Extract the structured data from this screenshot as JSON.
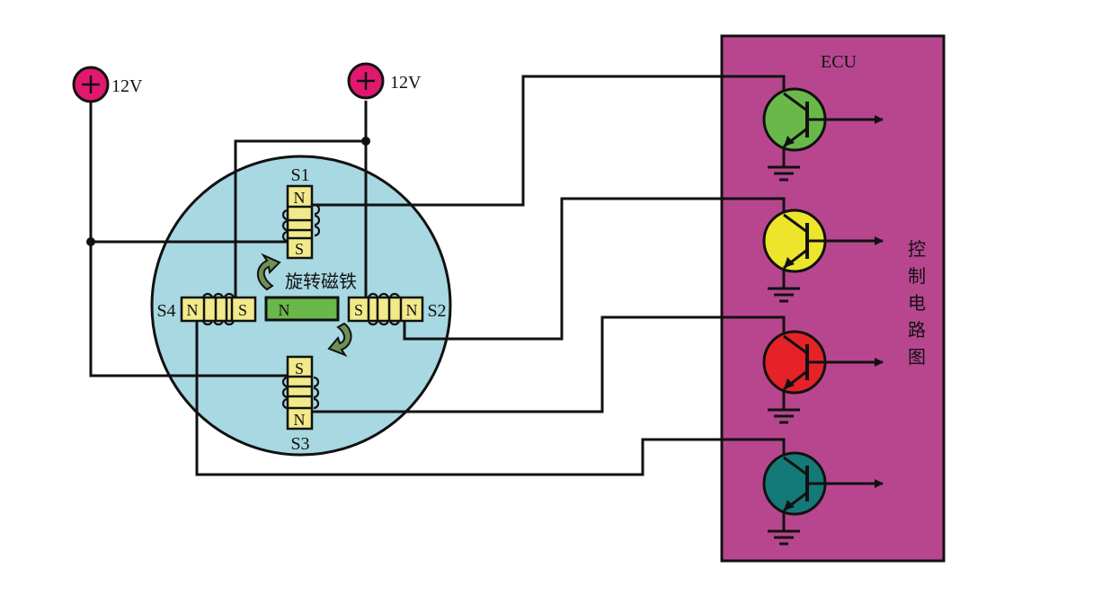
{
  "diagram": {
    "type": "stepper-motor-control-circuit",
    "power_sources": [
      {
        "id": "power-left",
        "symbol": "+",
        "label": "12V"
      },
      {
        "id": "power-right",
        "symbol": "+",
        "label": "12V"
      }
    ],
    "motor": {
      "rotor_label": "旋转磁铁",
      "rotor_pole": "N",
      "stators": [
        {
          "name": "S1",
          "outer_pole": "N",
          "inner_pole": "S"
        },
        {
          "name": "S2",
          "outer_pole": "N",
          "inner_pole": "S"
        },
        {
          "name": "S3",
          "outer_pole": "N",
          "inner_pole": "S"
        },
        {
          "name": "S4",
          "outer_pole": "N",
          "inner_pole": "S"
        }
      ]
    },
    "ecu": {
      "title": "ECU",
      "side_label": [
        "控",
        "制",
        "电",
        "路",
        "图"
      ],
      "transistors": [
        {
          "name": "transistor-1",
          "color": "#6ab84a"
        },
        {
          "name": "transistor-2",
          "color": "#ece52c"
        },
        {
          "name": "transistor-3",
          "color": "#e52228"
        },
        {
          "name": "transistor-4",
          "color": "#137a78"
        }
      ]
    },
    "colors": {
      "motor_body": "#a8d8e2",
      "ecu_body": "#b8468f",
      "power_source": "#e0196f",
      "pole_fill": "#f2ea8a",
      "rotor_fill": "#6ab84a",
      "arrow_fill": "#6f8f55"
    }
  }
}
